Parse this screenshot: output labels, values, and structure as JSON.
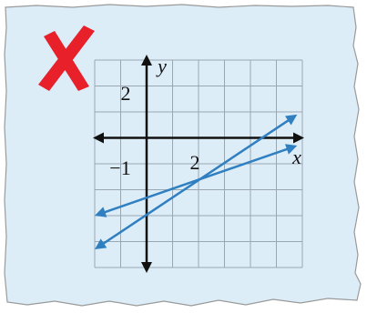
{
  "card": {
    "background": "#dcedf8",
    "edge": "#9a9a9a"
  },
  "mark": {
    "icon": "x-mark-icon",
    "color": "#e8202a"
  },
  "graph": {
    "grid_color": "#9aa7b0",
    "axis_color": "#111111",
    "line_color": "#2f7fc1",
    "x_label": "x",
    "y_label": "y",
    "x_tick_label": "2",
    "neg_tick_label": "−1",
    "y_tick_label": "2",
    "grid": {
      "x_min": -2,
      "x_max": 6,
      "y_min": -5,
      "y_max": 3
    },
    "lines": [
      {
        "name": "line-a",
        "from": [
          -2,
          -4.3
        ],
        "to": [
          5.8,
          0.9
        ]
      },
      {
        "name": "line-b",
        "from": [
          -2,
          -3.0
        ],
        "to": [
          5.8,
          -0.3
        ]
      }
    ]
  }
}
